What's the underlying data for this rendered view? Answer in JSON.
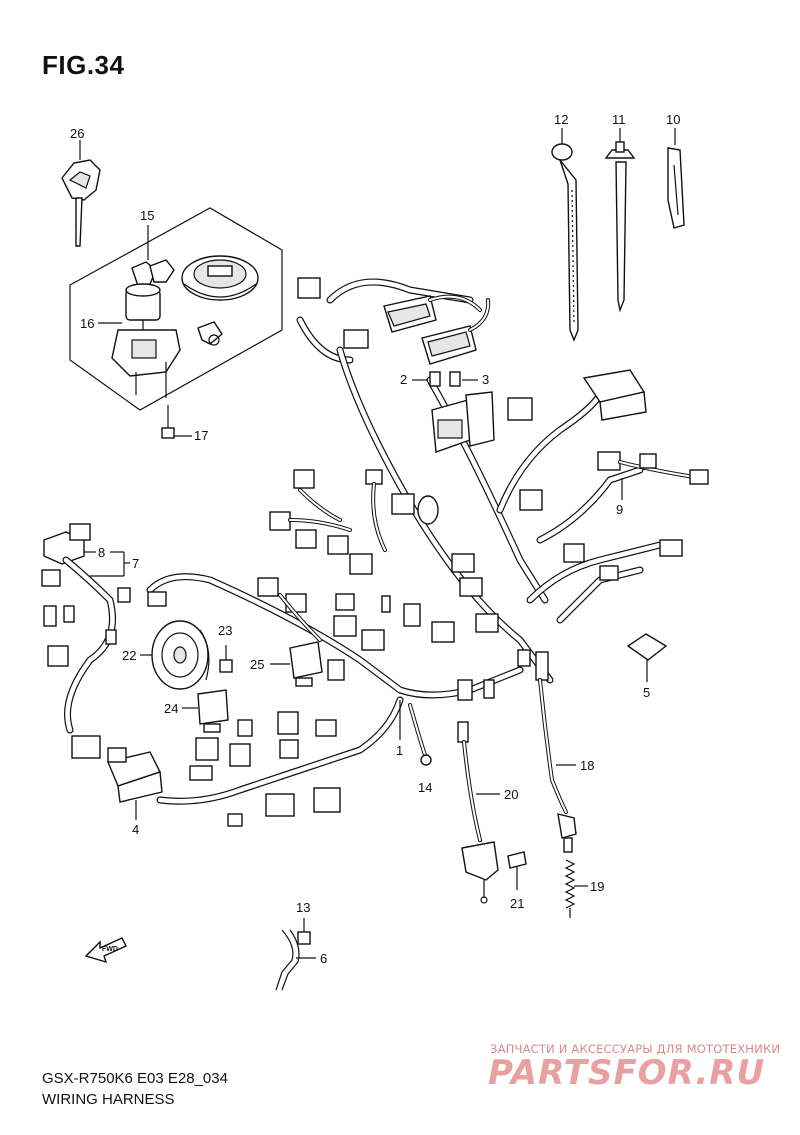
{
  "figure": {
    "title": "FIG.34",
    "model_code": "GSX-R750K6 E03 E28_034",
    "subtitle": "WIRING HARNESS"
  },
  "callouts": [
    {
      "id": "c1",
      "label": "1"
    },
    {
      "id": "c2",
      "label": "2"
    },
    {
      "id": "c3",
      "label": "3"
    },
    {
      "id": "c4",
      "label": "4"
    },
    {
      "id": "c5",
      "label": "5"
    },
    {
      "id": "c6",
      "label": "6"
    },
    {
      "id": "c7",
      "label": "7"
    },
    {
      "id": "c8",
      "label": "8"
    },
    {
      "id": "c9",
      "label": "9"
    },
    {
      "id": "c10",
      "label": "10"
    },
    {
      "id": "c11",
      "label": "11"
    },
    {
      "id": "c12",
      "label": "12"
    },
    {
      "id": "c13",
      "label": "13"
    },
    {
      "id": "c14",
      "label": "14"
    },
    {
      "id": "c15",
      "label": "15"
    },
    {
      "id": "c16",
      "label": "16"
    },
    {
      "id": "c17",
      "label": "17"
    },
    {
      "id": "c18",
      "label": "18"
    },
    {
      "id": "c19",
      "label": "19"
    },
    {
      "id": "c20",
      "label": "20"
    },
    {
      "id": "c21",
      "label": "21"
    },
    {
      "id": "c22",
      "label": "22"
    },
    {
      "id": "c23",
      "label": "23"
    },
    {
      "id": "c24",
      "label": "24"
    },
    {
      "id": "c25",
      "label": "25"
    },
    {
      "id": "c26",
      "label": "26"
    }
  ],
  "fwd_arrow_label": "FWD",
  "watermark": {
    "tagline": "ЗАПЧАСТИ И АКСЕССУАРЫ ДЛЯ МОТОТЕХНИКИ",
    "logo": "PARTSFOR.RU"
  }
}
